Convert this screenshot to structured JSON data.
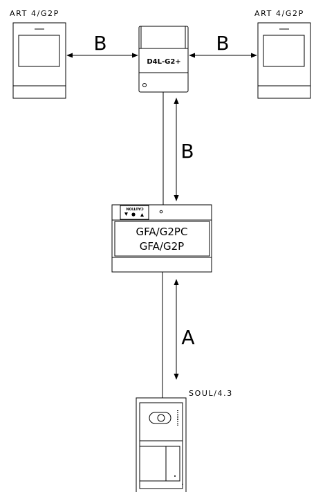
{
  "monitor_left": {
    "label": "ART 4/G2P"
  },
  "monitor_right": {
    "label": "ART 4/G2P"
  },
  "distributor": {
    "label": "D4L-G2+"
  },
  "power_supply": {
    "label_line1": "GFA/G2PC",
    "label_line2": "GFA/G2P",
    "caution_text": "CAUTION"
  },
  "door_panel": {
    "label": "SOUL/4.3"
  },
  "connections": {
    "left_monitor_to_distributor": "B",
    "distributor_to_right_monitor": "B",
    "distributor_to_power_supply": "B",
    "power_supply_to_door_panel": "A"
  }
}
